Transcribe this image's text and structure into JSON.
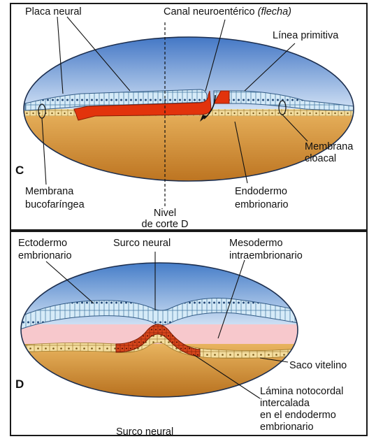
{
  "panel_c": {
    "letter": "C",
    "labels": {
      "placa_neural": "Placa neural",
      "canal_neuroenterico": "Canal neuroentérico",
      "canal_neuroenterico_note": "(flecha)",
      "linea_primitiva": "Línea primitiva",
      "membrana_cloacal_1": "Membrana",
      "membrana_cloacal_2": "cloacal",
      "membrana_bucofaringea_1": "Membrana",
      "membrana_bucofaringea_2": "bucofaríngea",
      "nivel_1": "Nivel",
      "nivel_2": "de corte D",
      "endodermo_1": "Endodermo",
      "endodermo_2": "embrionario"
    }
  },
  "panel_d": {
    "letter": "D",
    "labels": {
      "ectodermo_1": "Ectodermo",
      "ectodermo_2": "embrionario",
      "surco_neural": "Surco neural",
      "mesodermo_1": "Mesodermo",
      "mesodermo_2": "intraembrionario",
      "saco_vitelino": "Saco vitelino",
      "lamina_1": "Lámina notocordal",
      "lamina_2": "intercalada",
      "lamina_3": "en el endodermo",
      "lamina_4": "embrionario",
      "surco_neural_bottom": "Surco neural"
    }
  },
  "colors": {
    "blue_top": "#3f78c6",
    "blue_light": "#cfe0f4",
    "orange_dark": "#b56d1b",
    "orange_light": "#e9b460",
    "notochord_red": "#e2320c",
    "pink_mesoderm": "#f7c8cc",
    "ectoderm_cell": "#cfe6f6",
    "endoderm_cell": "#f3dc9a"
  }
}
